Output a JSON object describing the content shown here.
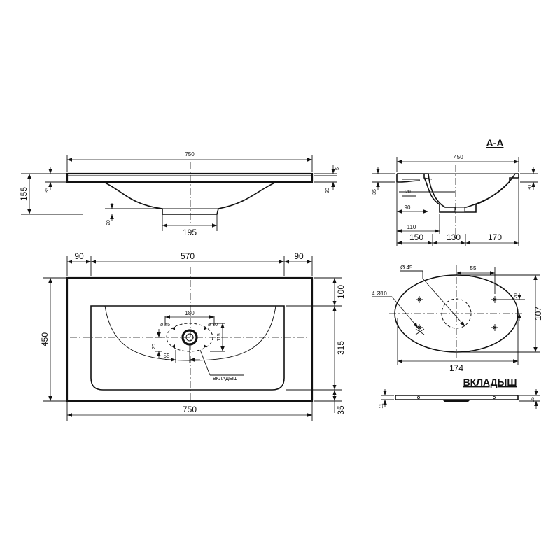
{
  "section_label": "А-А",
  "insert_title": "ВКЛАДЫШ",
  "insert_callout": "ВКЛАДЫШ",
  "side_view": {
    "width": "750",
    "height": "155",
    "top_thickness": "35",
    "drop": "20",
    "bottom_width": "195",
    "right_top": "5",
    "right_side": "30"
  },
  "plan_view": {
    "left_margin": "90",
    "bowl_width": "570",
    "right_margin": "90",
    "width": "750",
    "depth": "450",
    "back_margin": "100",
    "bowl_depth": "315",
    "front_margin": "35",
    "insert_width": "180",
    "hole_small": "ø 45",
    "hole_large": "ø 70",
    "insert_depth": "115",
    "offset_y": "20",
    "offset_x": "55"
  },
  "section_view": {
    "width": "450",
    "left_top": "35",
    "right_side": "30",
    "drop": "20",
    "inner": "90",
    "offset": "110",
    "left": "150",
    "middle": "130",
    "right": "170"
  },
  "insert_view": {
    "diameter": "Ø 45",
    "offset_x": "55",
    "holes": "4 Ø10",
    "offset_y": "20",
    "height": "107",
    "width": "174",
    "thickness_left": "11",
    "thickness_right": "15"
  }
}
